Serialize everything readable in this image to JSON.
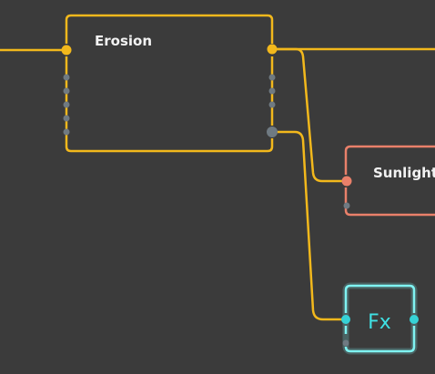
{
  "graph": {
    "nodes": [
      {
        "id": "erosion",
        "title": "Erosion",
        "kind": "standard",
        "color": "#f2b81c"
      },
      {
        "id": "sunlight",
        "title": "Sunlight",
        "kind": "standard",
        "color": "#e9806a"
      },
      {
        "id": "fx",
        "title": "Fx",
        "kind": "fx",
        "color": "#7ff3f2",
        "label_color": "#3fe0e3"
      }
    ],
    "connections": [
      {
        "from": "external-input",
        "to": "erosion.input-main",
        "color": "#f2b81c"
      },
      {
        "from": "erosion.output-main",
        "to": "external-output",
        "color": "#f2b81c"
      },
      {
        "from": "erosion.output-main",
        "to": "sunlight.input-main",
        "color": "#f2b81c"
      },
      {
        "from": "erosion.output-secondary",
        "to": "fx.input-main",
        "color": "#f2b81c"
      }
    ],
    "port_colors": {
      "inactive": "#6f7a82",
      "active": "#f2b81c"
    }
  }
}
